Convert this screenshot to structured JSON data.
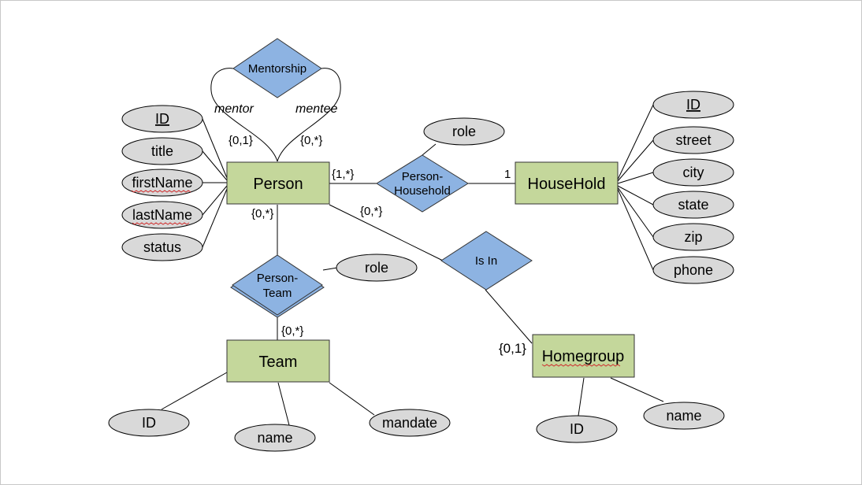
{
  "entities": {
    "person": "Person",
    "household": "HouseHold",
    "team": "Team",
    "homegroup": "Homegroup"
  },
  "relationships": {
    "mentorship": "Mentorship",
    "person_household_line1": "Person-",
    "person_household_line2": "Household",
    "person_team_line1": "Person-",
    "person_team_line2": "Team",
    "is_in": "Is In"
  },
  "attributes": {
    "person": [
      "ID",
      "title",
      "firstName",
      "lastName",
      "status"
    ],
    "household": [
      "ID",
      "street",
      "city",
      "state",
      "zip",
      "phone"
    ],
    "team": [
      "ID",
      "name",
      "mandate"
    ],
    "homegroup": [
      "ID",
      "name"
    ],
    "person_household_role": "role",
    "person_team_role": "role"
  },
  "roles": {
    "mentor": "mentor",
    "mentee": "mentee"
  },
  "cardinalities": {
    "mentor": "{0,1}",
    "mentee": "{0,*}",
    "person_to_household_rel": "{1,*}",
    "household_one": "1",
    "person_to_team_rel": "{0,*}",
    "team_from_rel": "{0,*}",
    "person_to_isin": "{0,*}",
    "homegroup_from_isin": "{0,1}"
  },
  "colors": {
    "entity_fill": "#c4d79b",
    "relationship_fill": "#8db3e2",
    "attribute_fill": "#d9d9d9"
  }
}
